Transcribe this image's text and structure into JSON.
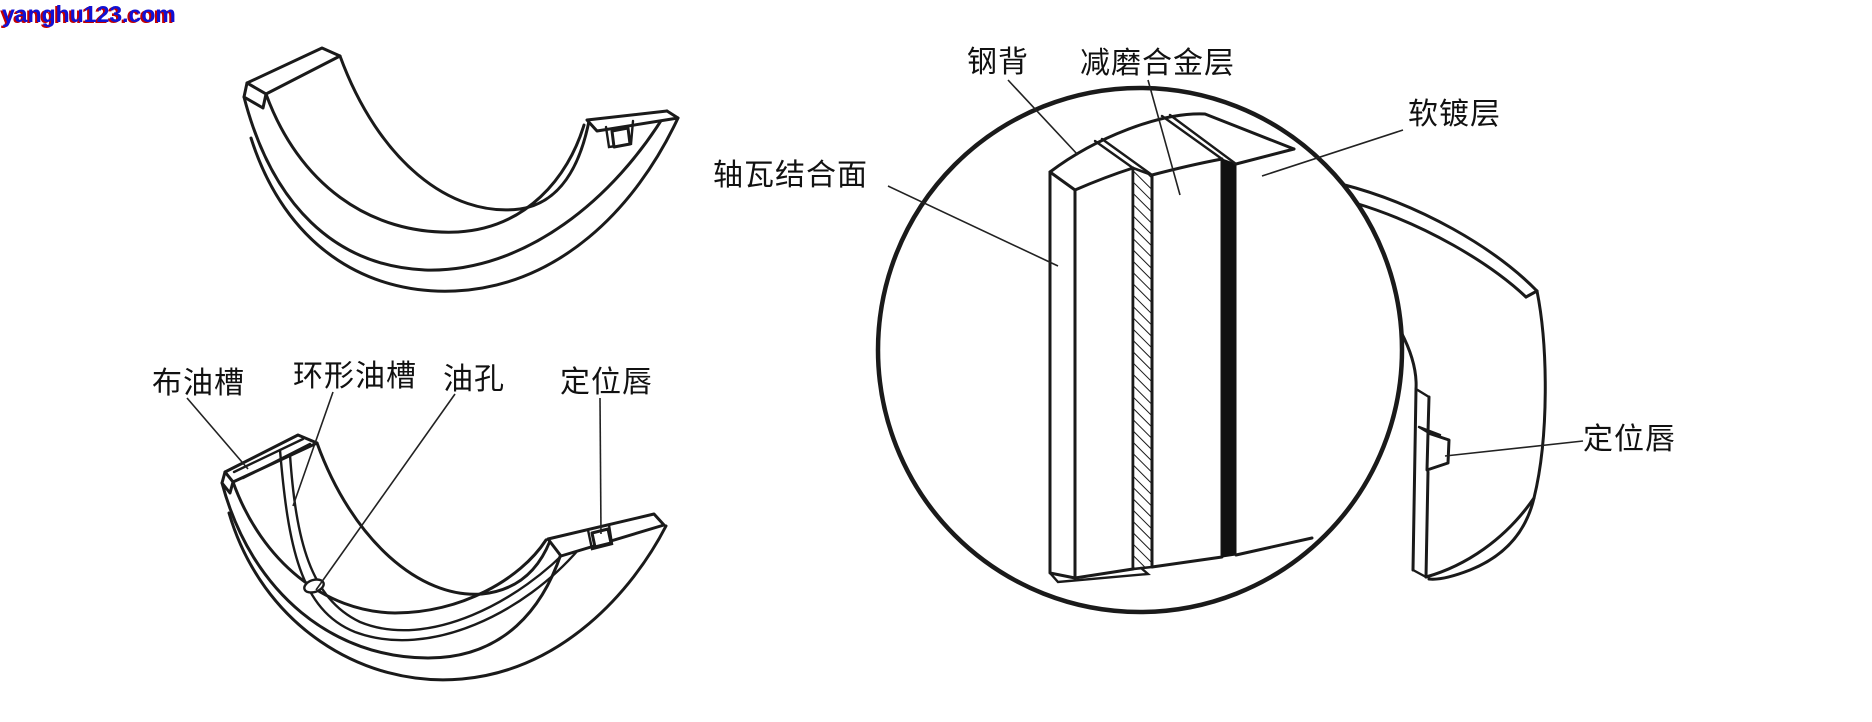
{
  "watermark": {
    "text": "yanghu123.com",
    "text_color": "#1111d4",
    "shadow_color": "#c40000"
  },
  "colors": {
    "line": "#1a1a1a",
    "background": "#ffffff",
    "plating_stripe": "#111111"
  },
  "labels": {
    "grooved_shell": {
      "oil_distribution_groove": "布油槽",
      "annular_oil_groove": "环形油槽",
      "oil_hole": "油孔",
      "locating_lip": "定位唇"
    },
    "detail_view": {
      "steel_back": "钢背",
      "antifriction_alloy_layer": "减磨合金层",
      "soft_plating_layer": "软镀层",
      "shell_joint_face": "轴瓦结合面",
      "locating_lip": "定位唇"
    }
  }
}
